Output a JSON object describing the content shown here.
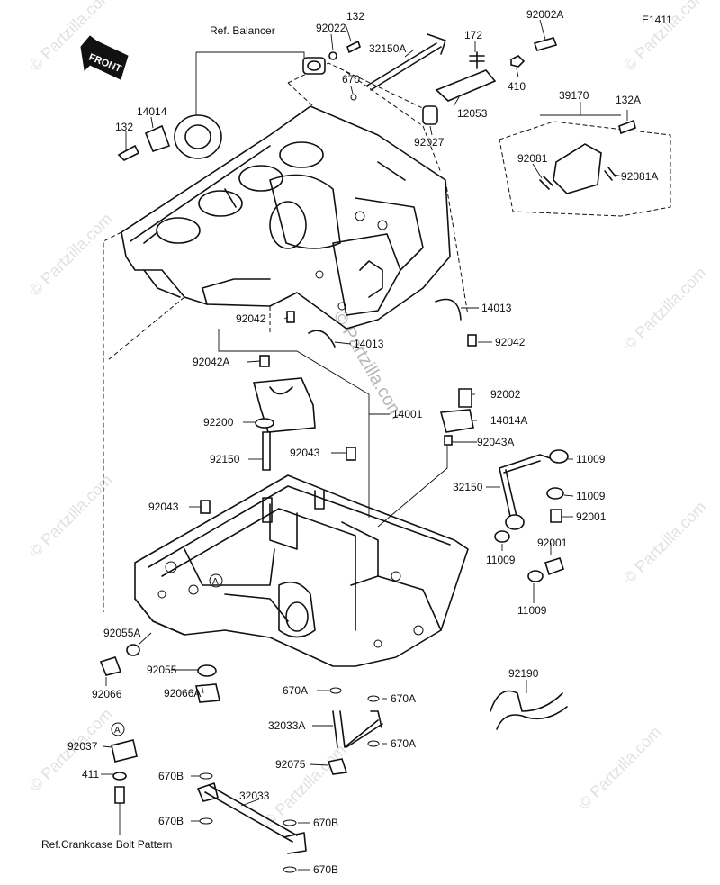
{
  "diagram_code": "E1411",
  "front_arrow_label": "FRONT",
  "ref_balancer": "Ref. Balancer",
  "ref_crankcase": "Ref.Crankcase Bolt Pattern",
  "watermark": "© Partzilla.com",
  "callout_letter": "A",
  "parts": {
    "p132_top": "132",
    "p92022": "92022",
    "p32150A": "32150A",
    "p172": "172",
    "p92002A": "92002A",
    "p670_top": "670",
    "p410": "410",
    "p12053": "12053",
    "p92027": "92027",
    "p14014": "14014",
    "p132_left": "132",
    "p39170": "39170",
    "p132A": "132A",
    "p92081": "92081",
    "p92081A": "92081A",
    "p14013_r": "14013",
    "p92042_l": "92042",
    "p14013_m": "14013",
    "p92042_r": "92042",
    "p92042A": "92042A",
    "p92002": "92002",
    "p14001": "14001",
    "p14014A": "14014A",
    "p92200": "92200",
    "p92043A": "92043A",
    "p92043_m": "92043",
    "p92150": "92150",
    "p11009_a": "11009",
    "p32150": "32150",
    "p11009_b": "11009",
    "p92043_l": "92043",
    "p92001_a": "92001",
    "p11009_c": "11009",
    "p92001_b": "92001",
    "p11009_d": "11009",
    "p92055A": "92055A",
    "p92055": "92055",
    "p92066": "92066",
    "p92066A": "92066A",
    "p92190": "92190",
    "p670A_1": "670A",
    "p670A_2": "670A",
    "p32033A": "32033A",
    "p670A_3": "670A",
    "p92037": "92037",
    "p92075": "92075",
    "p411": "411",
    "p670B_1": "670B",
    "p32033": "32033",
    "p670B_2": "670B",
    "p670B_3": "670B",
    "p670B_4": "670B"
  }
}
